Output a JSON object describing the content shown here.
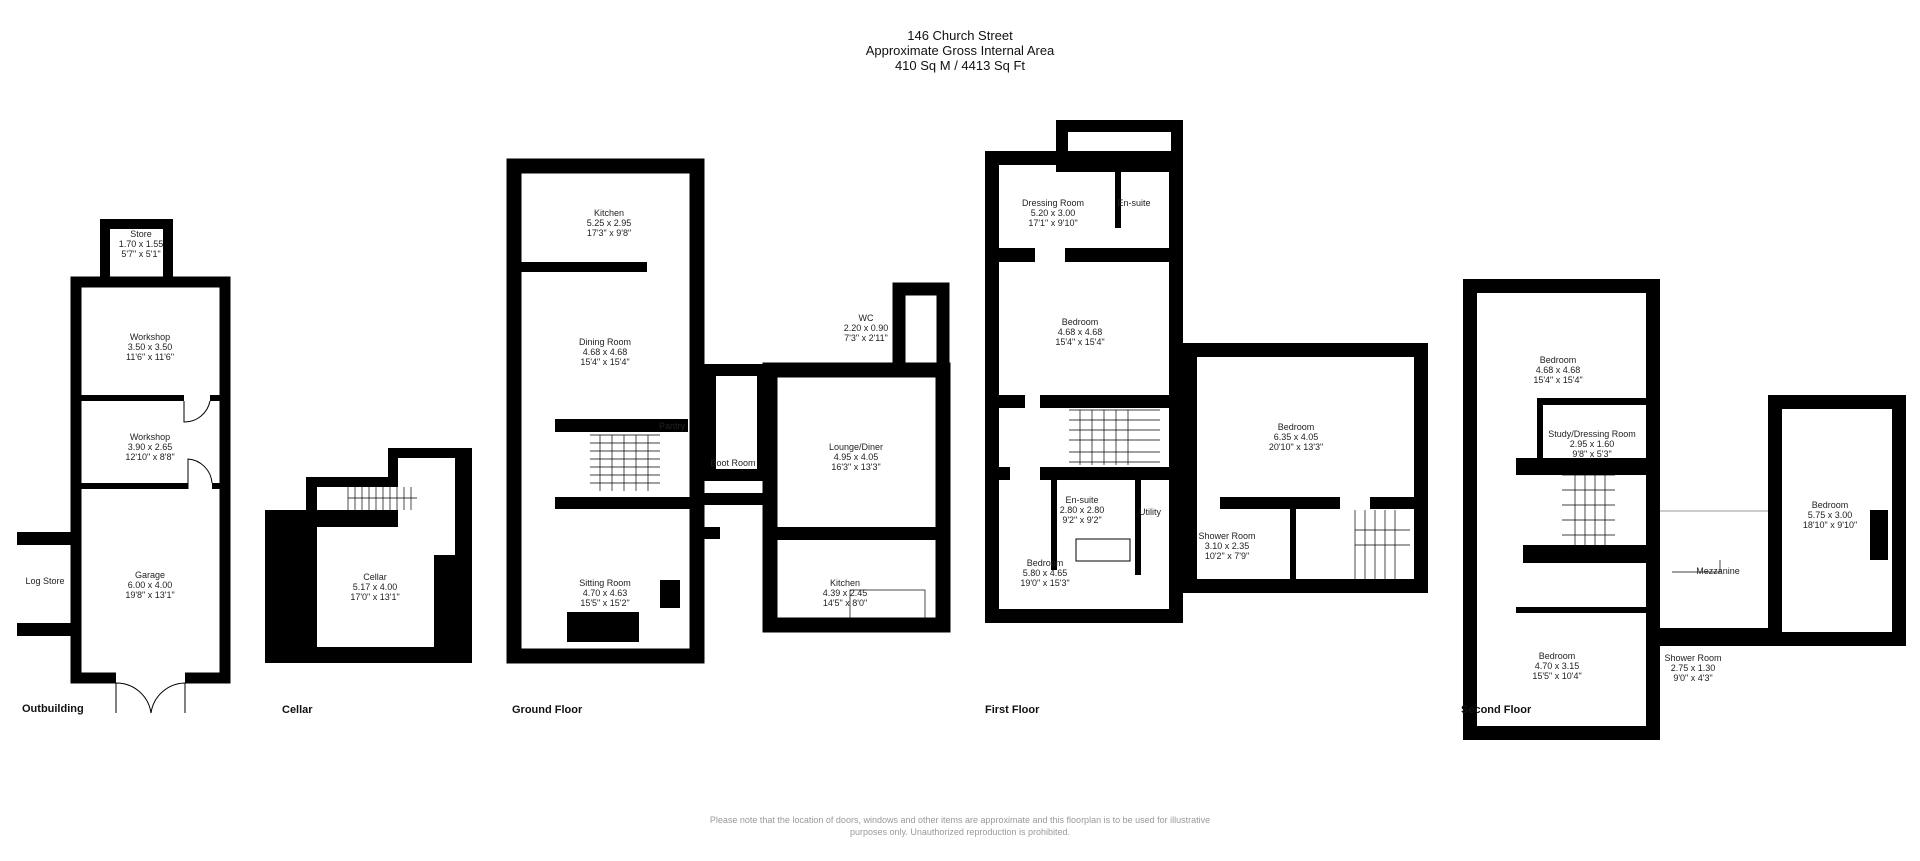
{
  "header": {
    "address": "146 Church Street",
    "area_caption": "Approximate Gross Internal Area",
    "area_value": "410 Sq M / 4413 Sq Ft"
  },
  "floors": [
    {
      "label": "Outbuilding",
      "rooms": [
        {
          "name": "Store",
          "metric": "1.70 x 1.55",
          "imperial": "5'7\" x 5'1\""
        },
        {
          "name": "Workshop",
          "metric": "3.50 x 3.50",
          "imperial": "11'6\" x 11'6\""
        },
        {
          "name": "Workshop",
          "metric": "3.90 x 2.65",
          "imperial": "12'10\" x 8'8\""
        },
        {
          "name": "Garage",
          "metric": "6.00 x 4.00",
          "imperial": "19'8\" x 13'1\""
        },
        {
          "name": "Log Store"
        }
      ]
    },
    {
      "label": "Cellar",
      "rooms": [
        {
          "name": "Cellar",
          "metric": "5.17 x 4.00",
          "imperial": "17'0\" x 13'1\""
        }
      ]
    },
    {
      "label": "Ground Floor",
      "rooms": [
        {
          "name": "Kitchen",
          "metric": "5.25 x 2.95",
          "imperial": "17'3\" x 9'8\""
        },
        {
          "name": "Dining Room",
          "metric": "4.68 x 4.68",
          "imperial": "15'4\" x 15'4\""
        },
        {
          "name": "Sitting Room",
          "metric": "4.70 x 4.63",
          "imperial": "15'5\" x 15'2\""
        },
        {
          "name": "WC",
          "metric": "2.20 x 0.90",
          "imperial": "7'3\" x 2'11\""
        },
        {
          "name": "Lounge/Diner",
          "metric": "4.95 x 4.05",
          "imperial": "16'3\" x 13'3\""
        },
        {
          "name": "Boot Room"
        },
        {
          "name": "Pantry"
        },
        {
          "name": "Kitchen",
          "metric": "4.39 x 2.45",
          "imperial": "14'5\" x 8'0\""
        }
      ]
    },
    {
      "label": "First Floor",
      "rooms": [
        {
          "name": "Dressing Room",
          "metric": "5.20 x 3.00",
          "imperial": "17'1\" x 9'10\""
        },
        {
          "name": "En-suite"
        },
        {
          "name": "Bedroom",
          "metric": "4.68 x 4.68",
          "imperial": "15'4\" x 15'4\""
        },
        {
          "name": "Bedroom",
          "metric": "6.35 x 4.05",
          "imperial": "20'10\" x 13'3\""
        },
        {
          "name": "En-suite",
          "metric": "2.80 x 2.80",
          "imperial": "9'2\" x 9'2\""
        },
        {
          "name": "Utility"
        },
        {
          "name": "Shower Room",
          "metric": "3.10 x 2.35",
          "imperial": "10'2\" x 7'9\""
        },
        {
          "name": "Bedroom",
          "metric": "5.80 x 4.65",
          "imperial": "19'0\" x 15'3\""
        }
      ]
    },
    {
      "label": "Second Floor",
      "rooms": [
        {
          "name": "Bedroom",
          "metric": "4.68 x 4.68",
          "imperial": "15'4\" x 15'4\""
        },
        {
          "name": "Study/Dressing Room",
          "metric": "2.95 x 1.60",
          "imperial": "9'8\" x 5'3\""
        },
        {
          "name": "Bedroom",
          "metric": "5.75 x 3.00",
          "imperial": "18'10\" x 9'10\""
        },
        {
          "name": "Mezzanine"
        },
        {
          "name": "Bedroom",
          "metric": "4.70 x 3.15",
          "imperial": "15'5\" x 10'4\""
        },
        {
          "name": "Shower Room",
          "metric": "2.75 x 1.30",
          "imperial": "9'0\" x 4'3\""
        }
      ]
    }
  ],
  "footer": {
    "line1": "Please note that the location of doors, windows and other items are approximate and this floorplan is to be used for illustrative",
    "line2": "purposes only. Unauthorized reproduction is prohibited."
  },
  "colors": {
    "wall": "#000000",
    "background": "#ffffff",
    "text": "#222222",
    "footer_text": "#999999"
  }
}
